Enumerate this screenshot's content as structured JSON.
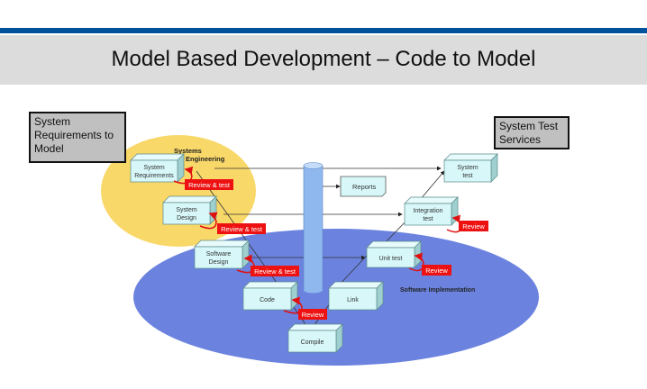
{
  "slide": {
    "title": "Model Based Development – Code to Model"
  },
  "callouts": {
    "left": "System Requirements to Model",
    "right": "System Test Services"
  },
  "regions": {
    "systems_engineering": [
      "Systems",
      "Engineering"
    ],
    "software_implementation": "Software Implementation"
  },
  "boxes": {
    "system_requirements": [
      "System",
      "Requirements"
    ],
    "system_design": [
      "System",
      "Design"
    ],
    "software_design": [
      "Software",
      "Design"
    ],
    "code": [
      "Code"
    ],
    "compile": [
      "Compile"
    ],
    "link": [
      "Link"
    ],
    "unit_test": [
      "Unit test"
    ],
    "integration_test": [
      "Integration",
      "test"
    ],
    "system_test": [
      "System",
      "test"
    ]
  },
  "document": {
    "reports": "Reports"
  },
  "labels": {
    "review_test_1": "Review & test",
    "review_test_2": "Review & test",
    "review_test_3": "Review & test",
    "review_code": "Review",
    "review_unit": "Review",
    "review_integration": "Review"
  },
  "colors": {
    "header_blue": "#00529c",
    "systems_ellipse": "#f9d86a",
    "software_ellipse": "#6b83df",
    "box_fill": "#d7f7f9",
    "review_red": "#ee1111",
    "cylinder": "#8eb8ee"
  }
}
